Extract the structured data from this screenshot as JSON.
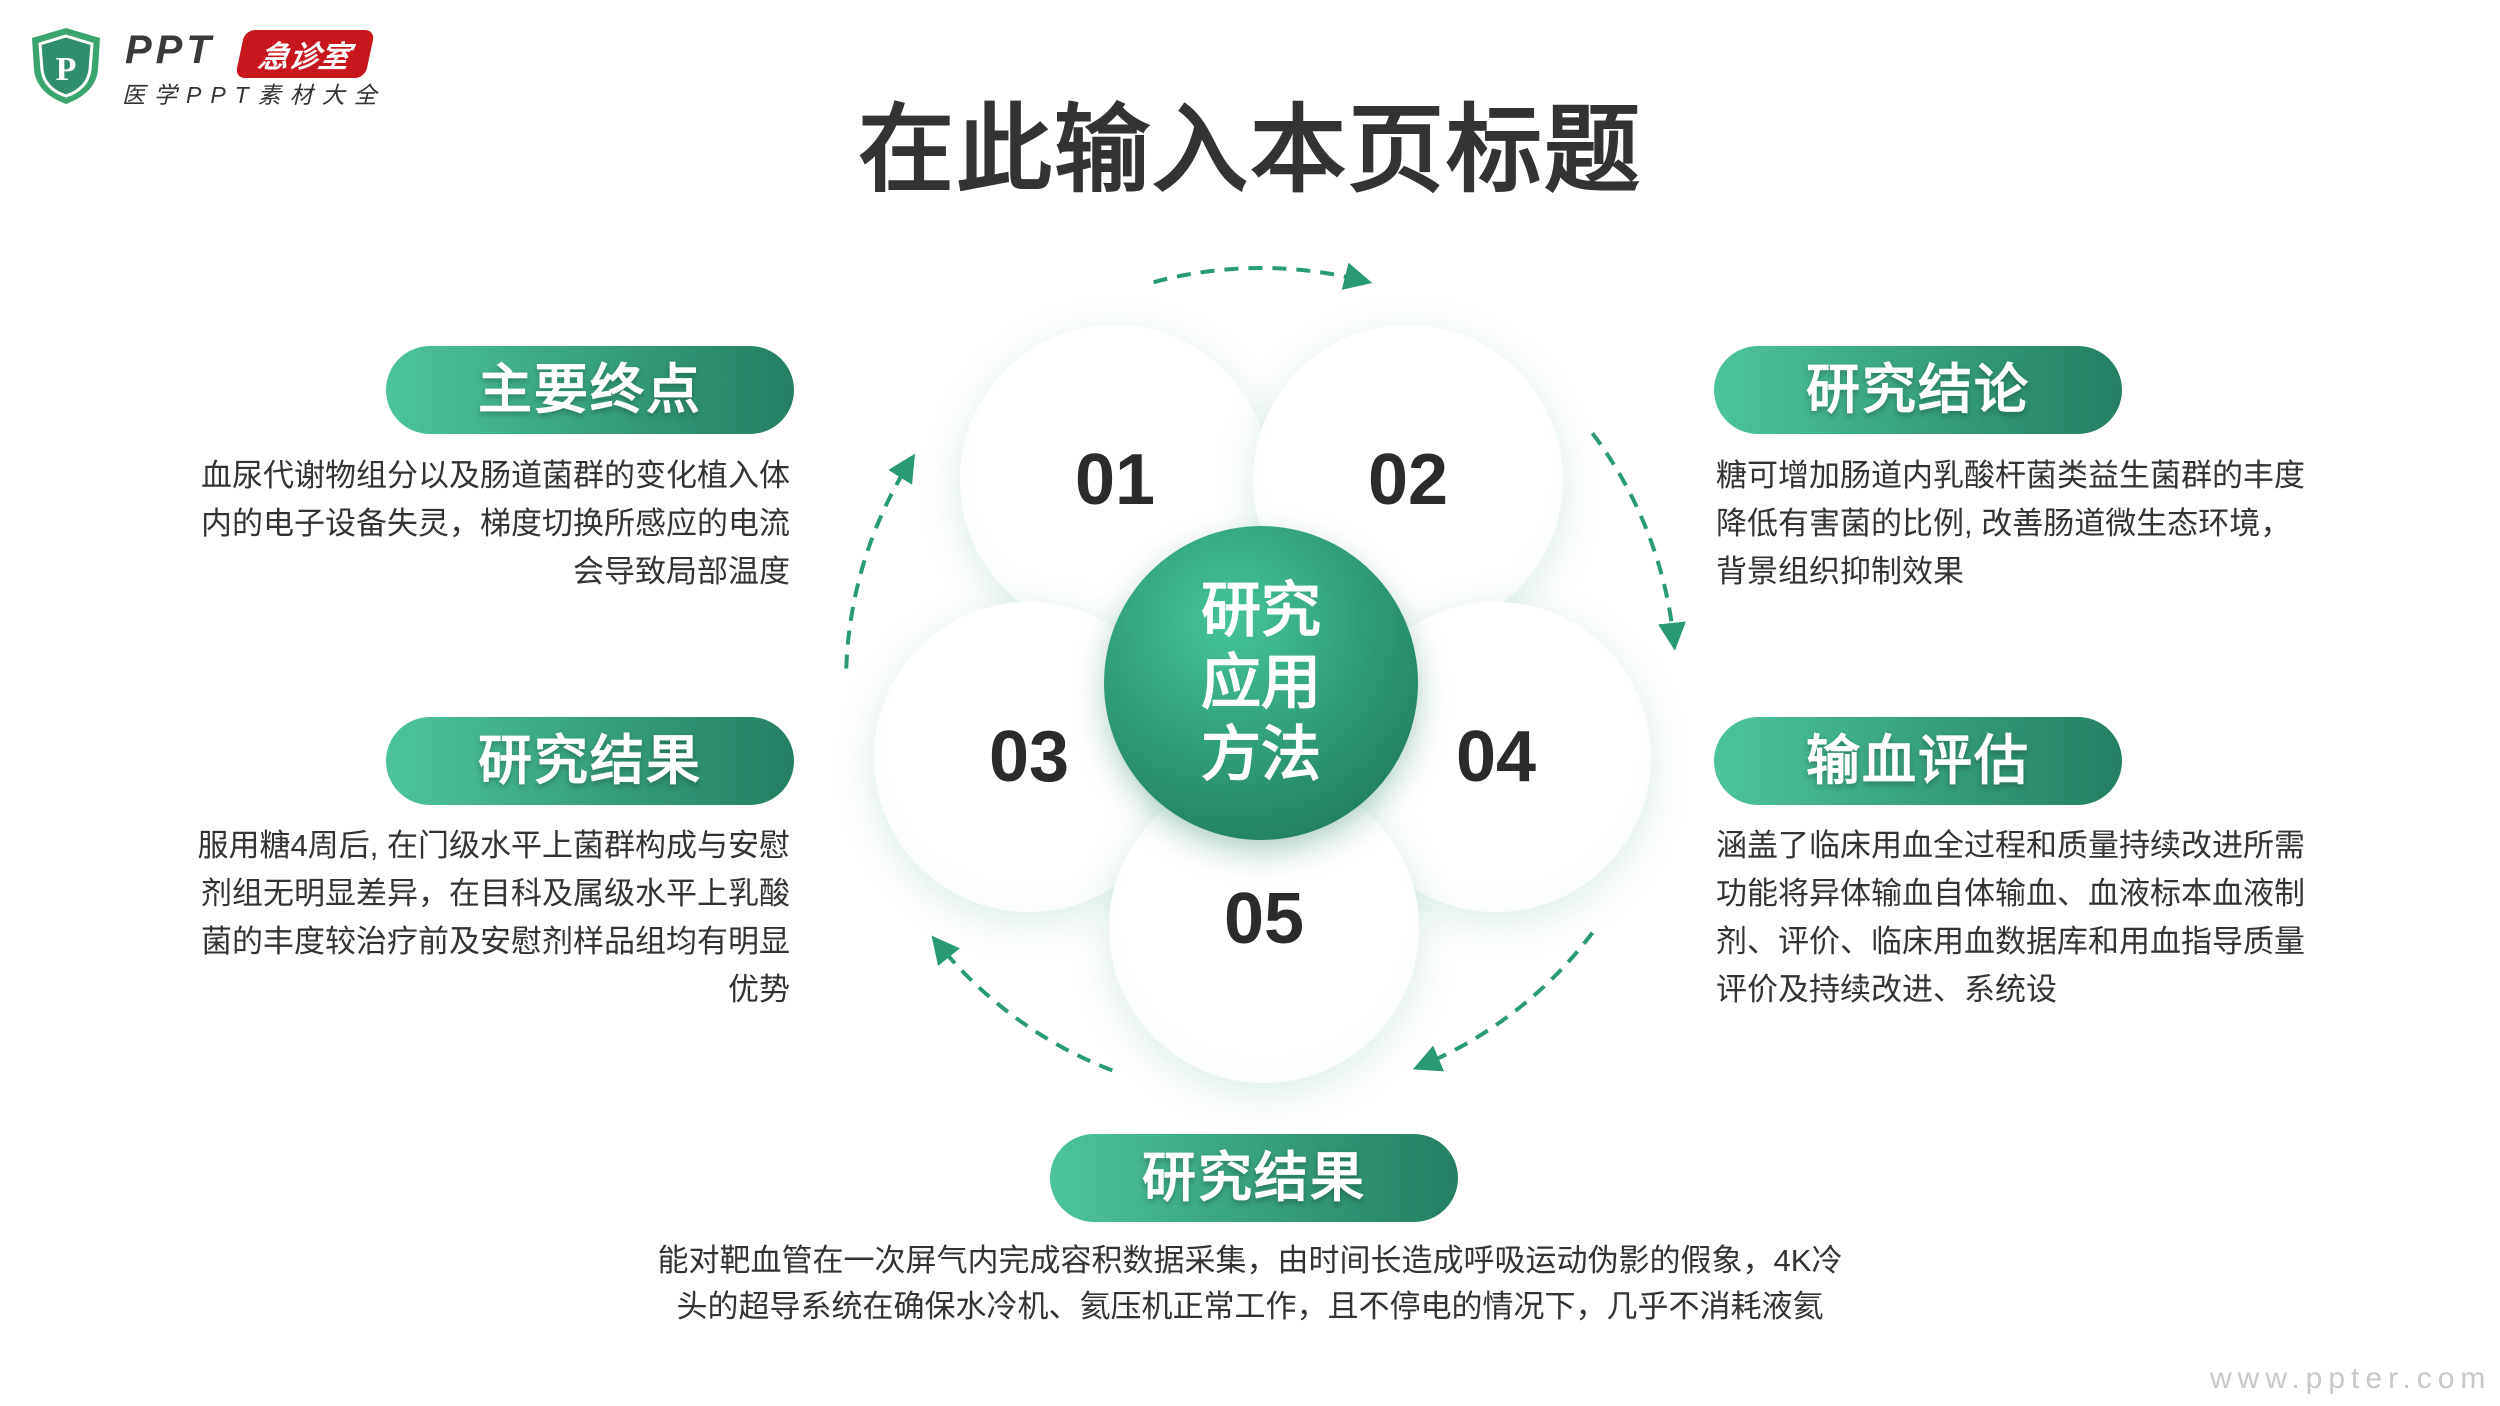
{
  "logo": {
    "brand": "PPT",
    "badge": "急诊室",
    "subtitle": "医学PPT素材大全"
  },
  "title": "在此输入本页标题",
  "center": {
    "label": "研究应用方法"
  },
  "circles": [
    "01",
    "02",
    "03",
    "04",
    "05"
  ],
  "sections": {
    "top_left": {
      "heading": "主要终点",
      "text": "血尿代谢物组分以及肠道菌群的变化植入体内的电子设备失灵，梯度切换所感应的电流会导致局部温度"
    },
    "bottom_left": {
      "heading": "研究结果",
      "text": "服用糖4周后, 在门级水平上菌群构成与安慰剂组无明显差异，在目科及属级水平上乳酸菌的丰度较治疗前及安慰剂样品组均有明显优势"
    },
    "top_right": {
      "heading": "研究结论",
      "text": "糖可增加肠道内乳酸杆菌类益生菌群的丰度  降低有害菌的比例, 改善肠道微生态环境，背景组织抑制效果"
    },
    "bottom_right": {
      "heading": "输血评估",
      "text": "涵盖了临床用血全过程和质量持续改进所需功能将异体输血自体输血、血液标本血液制剂、评价、临床用血数据库和用血指导质量评价及持续改进、系统设"
    },
    "bottom": {
      "heading": "研究结果",
      "text": "能对靶血管在一次屏气内完成容积数据采集，由时间长造成呼吸运动伪影的假象，4K冷头的超导系统在确保水冷机、氦压机正常工作，且不停电的情况下，几乎不消耗液氦"
    }
  },
  "watermark": "www.ppter.com",
  "colors": {
    "accent": "#2a9a75",
    "accent_light": "#4cc49c",
    "accent_dark": "#247f63",
    "logo_red": "#c8171c"
  }
}
